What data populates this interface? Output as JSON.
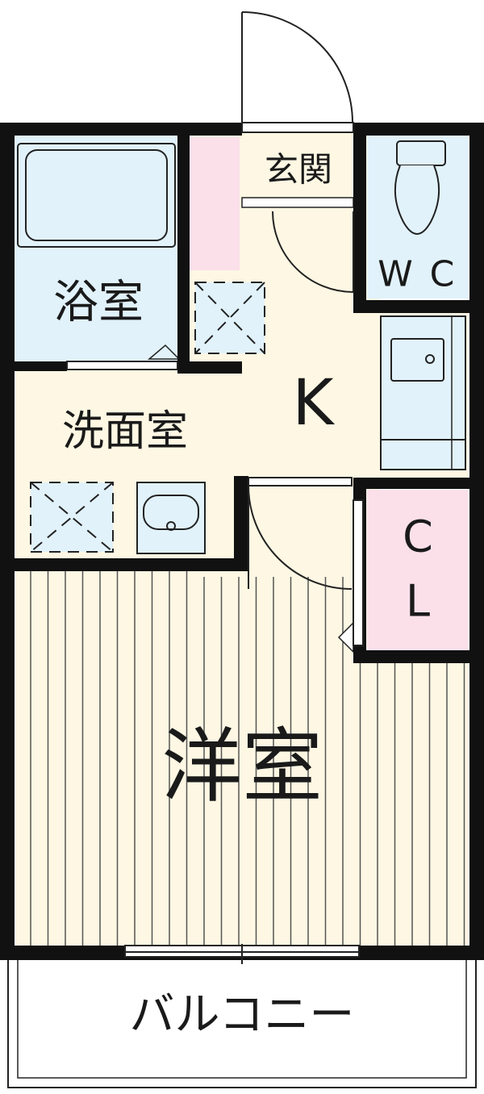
{
  "rooms": {
    "genkan": "玄関",
    "wc_w": "W",
    "wc_c": "C",
    "bath": "浴室",
    "kitchen": "K",
    "washroom": "洗面室",
    "closet_c": "C",
    "closet_l": "L",
    "western_room": "洋室",
    "balcony": "バルコニー"
  },
  "colors": {
    "wall": "#111111",
    "wet_area": "#e1f2fb",
    "floor": "#fdf7e3",
    "storage": "#fbe0ea",
    "flooring_line": "#555555",
    "balcony": "#ffffff"
  },
  "icons": [
    "bathtub-icon",
    "toilet-icon",
    "sink-icon",
    "washer-pan-icon",
    "range-hood-icon",
    "door-swing-icon"
  ]
}
